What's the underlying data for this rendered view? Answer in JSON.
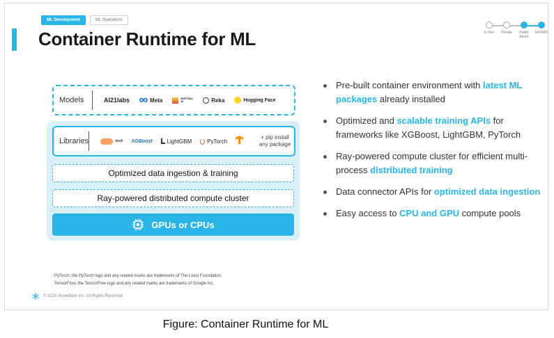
{
  "tags": [
    {
      "label": "ML Development",
      "active": true
    },
    {
      "label": "ML Operations",
      "active": false
    }
  ],
  "title": "Container Runtime for ML",
  "stepper": [
    {
      "label": "In Dev",
      "state": "empty"
    },
    {
      "label": "Private",
      "state": "empty"
    },
    {
      "label": "Public Azure",
      "state": "filled"
    },
    {
      "label": "GA AWS",
      "state": "filled"
    }
  ],
  "diagram": {
    "models_label": "Models",
    "model_logos": [
      "AI21labs",
      "Meta",
      "MISTRAL AI",
      "Reka",
      "Hugging Face"
    ],
    "libraries_label": "Libraries",
    "library_logos": [
      "dask",
      "XGBoost",
      "LightGBM",
      "PyTorch"
    ],
    "pip_text": "+ pip install any package",
    "layer1": "Optimized data ingestion & training",
    "layer2": "Ray-powered distributed compute cluster",
    "compute": "GPUs or CPUs"
  },
  "bullets": [
    {
      "pre": "Pre-built container environment with ",
      "hl": "latest ML packages",
      "post": " already installed"
    },
    {
      "pre": "Optimized and ",
      "hl": "scalable training APIs",
      "post": " for frameworks like XGBoost, LightGBM, PyTorch"
    },
    {
      "pre": "Ray-powered compute cluster for efficient multi-process ",
      "hl": "distributed training",
      "post": ""
    },
    {
      "pre": "Data connector APIs for ",
      "hl": "optimized data ingestion",
      "post": ""
    },
    {
      "pre": "Easy access to ",
      "hl": "CPU and GPU",
      "post": " compute pools"
    }
  ],
  "footnotes": [
    "PyTorch, the PyTorch logo and any related marks are trademarks of The Linux Foundation.",
    "TensorFlow, the TensorFlow logo and any related marks are trademarks of Google Inc."
  ],
  "footer": "© 2025 Snowflake Inc. All Rights Reserved",
  "caption": "Figure: Container Runtime for ML",
  "colors": {
    "accent": "#29b5e8",
    "panel": "#d9f0fa"
  }
}
